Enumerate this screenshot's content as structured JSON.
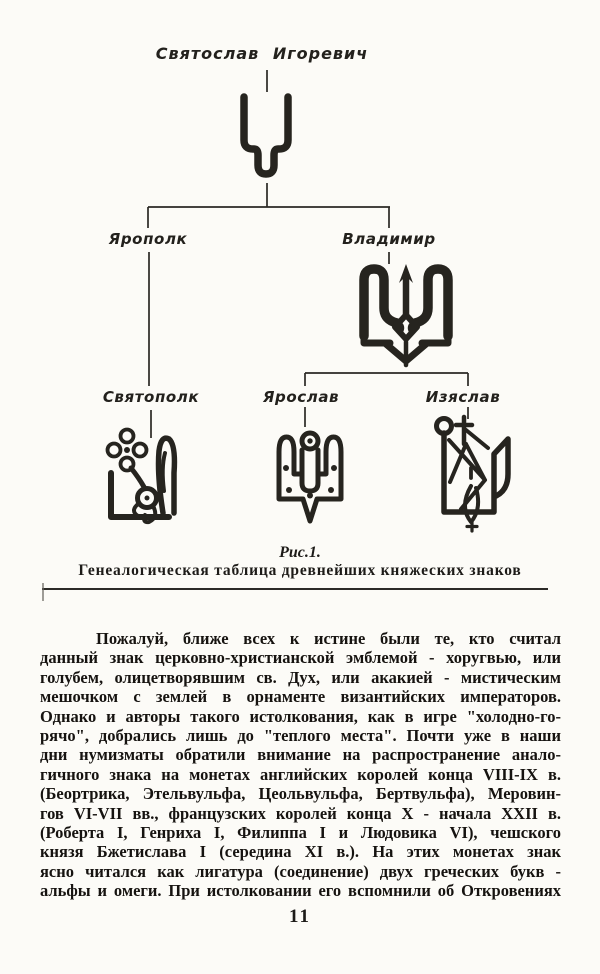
{
  "figure": {
    "caption_label": "Рис.1.",
    "caption_text": "Генеалогическая таблица древнейших княжеских знаков",
    "tree": {
      "root_label": "Святослав Игоревич",
      "gen2": [
        "Ярополк",
        "Владимир"
      ],
      "gen3": [
        "Святополк",
        "Ярослав",
        "Изяслав"
      ]
    },
    "symbols": {
      "svyatoslav": "bident-with-hanging-tail",
      "vladimir": "trident-tryzub",
      "svyatopolk": "bident-with-quatrefoil-cross-and-rosette",
      "yaroslav": "trident-with-ring-and-dots",
      "izyaslav": "bident-with-circle-and-cross"
    }
  },
  "body": {
    "lines": [
      "Пожалуй, ближе всех к истине были те, кто считал",
      "данный знак церковно-христианской эмблемой - хоругвью, или",
      "голубем, олицетворявшим св. Дух, или акакией - мистическим",
      "мешочком с землей в орнаменте византийских императоров.",
      "Однако и авторы такого истолкования, как в игре \"холодно-го-",
      "рячо\", добрались лишь до \"теплого места\". Почти уже в наши",
      "дни нумизматы обратили внимание на распространение анало-",
      "гичного знака на монетах английских королей конца VIII-IX в.",
      "(Беортрика, Этельвульфа, Цеольвульфа, Бертвульфа), Меровин-",
      "гов VI-VII вв., французских королей конца X - начала XXII в.",
      "(Роберта I, Генриха I, Филиппа I и Людовика VI), чешского",
      "князя Бжетислава I (середина XI в.). На этих монетах знак",
      "ясно читался как лигатура (соединение) двух греческих букв -",
      "альфы и омеги. При истолковании его вспомнили об Откровениях"
    ]
  },
  "page": {
    "number": "11"
  }
}
